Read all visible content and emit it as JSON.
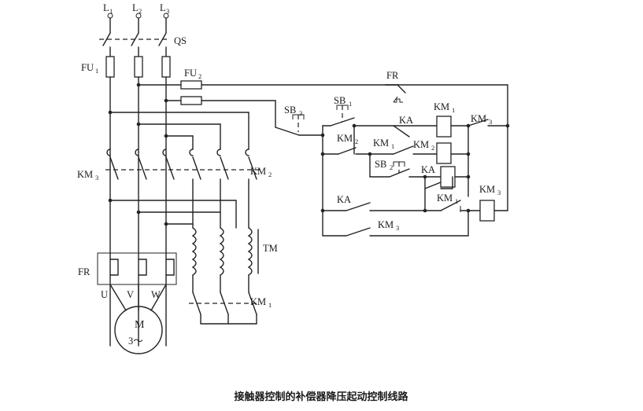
{
  "labels": {
    "l1": "L",
    "l1_sub": "1",
    "l2": "L",
    "l2_sub": "2",
    "l3": "L",
    "l3_sub": "3",
    "qs": "QS",
    "fu1": "FU",
    "fu1_sub": "1",
    "fu2": "FU",
    "fu2_sub": "2",
    "km3_left": "KM",
    "km3_left_sub": "3",
    "km2_left": "KM",
    "km2_left_sub": "2",
    "tm": "TM",
    "fr_left": "FR",
    "u": "U",
    "v": "V",
    "w": "W",
    "motor_m": "M",
    "motor_type": "3～",
    "km1_left": "KM",
    "km1_left_sub": "1",
    "fr_ctrl": "FR",
    "sb3": "SB",
    "sb3_sub": "3",
    "sb1": "SB",
    "sb1_sub": "1",
    "km1_coil": "KM",
    "km1_coil_sub": "1",
    "km3_top": "KM",
    "km3_top_sub": "3",
    "ka_top": "KA",
    "km2_a": "KM",
    "km2_a_sub": "2",
    "km1_b": "KM",
    "km1_b_sub": "1",
    "km2_coil": "KM",
    "km2_coil_sub": "2",
    "sb2": "SB",
    "sb2_sub": "2",
    "ka_coil": "KA",
    "ka_contact": "KA",
    "km1_nc": "KM",
    "km1_nc_sub": "1",
    "km3_coil": "KM",
    "km3_coil_sub": "3",
    "km3_hold": "KM",
    "km3_hold_sub": "3"
  },
  "caption": "接触器控制的补偿器降压起动控制线路"
}
